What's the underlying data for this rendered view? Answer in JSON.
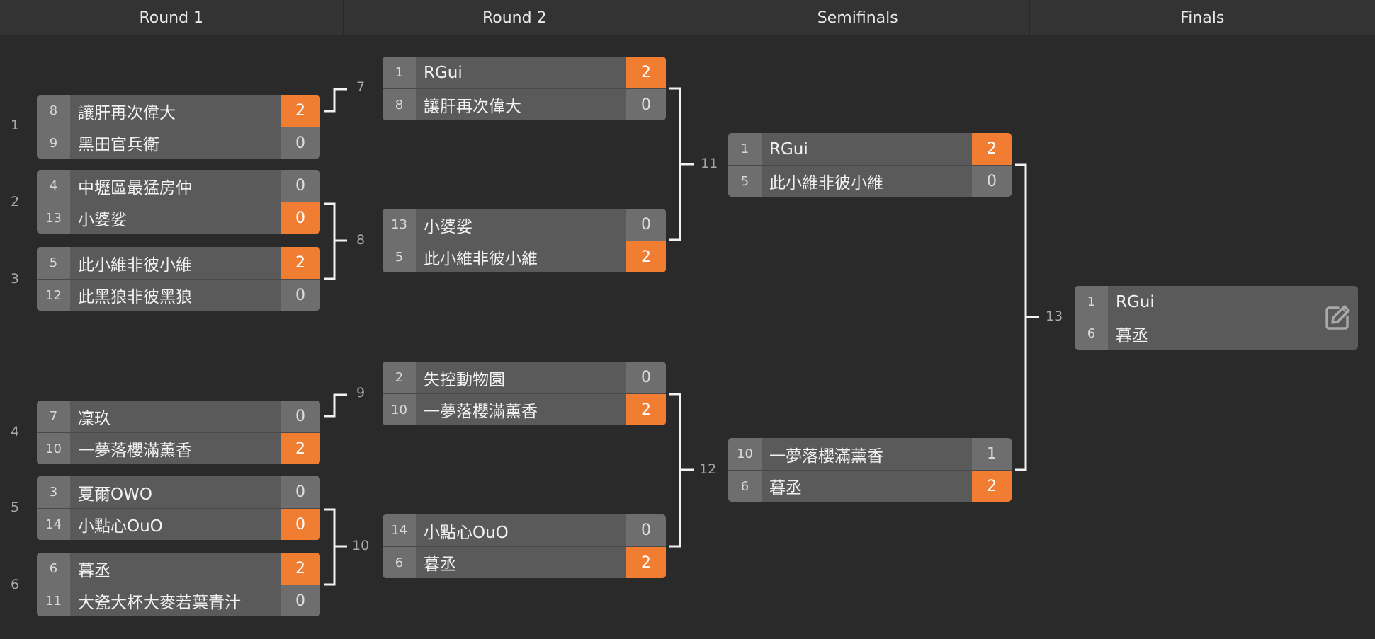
{
  "rounds": [
    {
      "label": "Round 1"
    },
    {
      "label": "Round 2"
    },
    {
      "label": "Semifinals"
    },
    {
      "label": "Finals"
    }
  ],
  "matches": [
    {
      "number": "1",
      "players": [
        {
          "seed": "8",
          "name": "讓肝再次偉大",
          "score": "2",
          "winner": true
        },
        {
          "seed": "9",
          "name": "黑田官兵衛",
          "score": "0",
          "winner": false
        }
      ]
    },
    {
      "number": "2",
      "players": [
        {
          "seed": "4",
          "name": "中壢區最猛房仲",
          "score": "0",
          "winner": false
        },
        {
          "seed": "13",
          "name": "小婆娑",
          "score": "0",
          "winner": true
        }
      ]
    },
    {
      "number": "3",
      "players": [
        {
          "seed": "5",
          "name": "此小維非彼小維",
          "score": "2",
          "winner": true
        },
        {
          "seed": "12",
          "name": "此黑狼非彼黑狼",
          "score": "0",
          "winner": false
        }
      ]
    },
    {
      "number": "4",
      "players": [
        {
          "seed": "7",
          "name": "凜玖",
          "score": "0",
          "winner": false
        },
        {
          "seed": "10",
          "name": "一夢落櫻滿薰香",
          "score": "2",
          "winner": true
        }
      ]
    },
    {
      "number": "5",
      "players": [
        {
          "seed": "3",
          "name": "夏爾OWO",
          "score": "0",
          "winner": false
        },
        {
          "seed": "14",
          "name": "小點心OuO",
          "score": "0",
          "winner": true
        }
      ]
    },
    {
      "number": "6",
      "players": [
        {
          "seed": "6",
          "name": "暮丞",
          "score": "2",
          "winner": true
        },
        {
          "seed": "11",
          "name": "大瓷大杯大麥若葉青汁",
          "score": "0",
          "winner": false
        }
      ]
    },
    {
      "number": "7",
      "players": [
        {
          "seed": "1",
          "name": "RGui",
          "score": "2",
          "winner": true
        },
        {
          "seed": "8",
          "name": "讓肝再次偉大",
          "score": "0",
          "winner": false
        }
      ]
    },
    {
      "number": "8",
      "players": [
        {
          "seed": "13",
          "name": "小婆娑",
          "score": "0",
          "winner": false
        },
        {
          "seed": "5",
          "name": "此小維非彼小維",
          "score": "2",
          "winner": true
        }
      ]
    },
    {
      "number": "9",
      "players": [
        {
          "seed": "2",
          "name": "失控動物園",
          "score": "0",
          "winner": false
        },
        {
          "seed": "10",
          "name": "一夢落櫻滿薰香",
          "score": "2",
          "winner": true
        }
      ]
    },
    {
      "number": "10",
      "players": [
        {
          "seed": "14",
          "name": "小點心OuO",
          "score": "0",
          "winner": false
        },
        {
          "seed": "6",
          "name": "暮丞",
          "score": "2",
          "winner": true
        }
      ]
    },
    {
      "number": "11",
      "players": [
        {
          "seed": "1",
          "name": "RGui",
          "score": "2",
          "winner": true
        },
        {
          "seed": "5",
          "name": "此小維非彼小維",
          "score": "0",
          "winner": false
        }
      ]
    },
    {
      "number": "12",
      "players": [
        {
          "seed": "10",
          "name": "一夢落櫻滿薰香",
          "score": "1",
          "winner": false
        },
        {
          "seed": "6",
          "name": "暮丞",
          "score": "2",
          "winner": true
        }
      ]
    },
    {
      "number": "13",
      "players": [
        {
          "seed": "1",
          "name": "RGui",
          "score": "",
          "winner": false
        },
        {
          "seed": "6",
          "name": "暮丞",
          "score": "",
          "winner": false
        }
      ]
    }
  ],
  "final_edit_icon": "edit-icon",
  "colors": {
    "background": "#2a2a2a",
    "header": "#333333",
    "winner": "#f07d32",
    "slot": "#5a5a5a",
    "seed": "#6e6e6e"
  }
}
